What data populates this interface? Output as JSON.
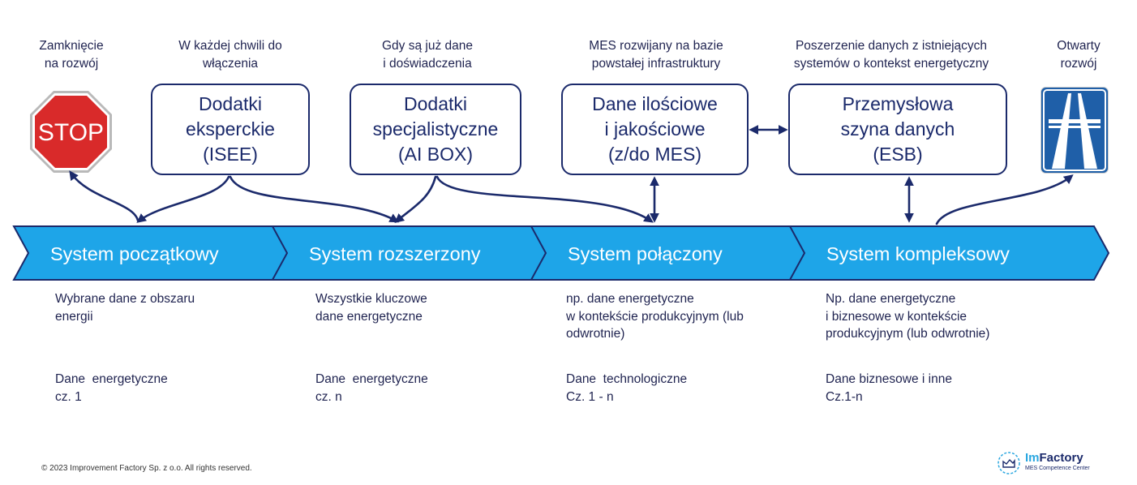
{
  "captions": {
    "stop": [
      "Zamknięcie",
      "na rozwój"
    ],
    "isee": [
      "W każdej chwili do",
      "włączenia"
    ],
    "aibox": [
      "Gdy są już dane",
      "i doświadczenia"
    ],
    "mes": [
      "MES rozwijany na bazie",
      "powstałej infrastruktury"
    ],
    "esb": [
      "Poszerzenie danych z istniejących",
      "systemów o kontekst energetyczny"
    ],
    "open": [
      "Otwarty",
      "rozwój"
    ]
  },
  "stop_sign_text": "STOP",
  "boxes": {
    "isee": [
      "Dodatki",
      "eksperckie",
      "(ISEE)"
    ],
    "aibox": [
      "Dodatki",
      "specjalistyczne",
      "(AI BOX)"
    ],
    "mes": [
      "Dane ilościowe",
      "i jakościowe",
      "(z/do MES)"
    ],
    "esb": [
      "Przemysłowa",
      "szyna danych",
      "(ESB)"
    ]
  },
  "stages": [
    {
      "label": "System początkowy",
      "desc": [
        "Wybrane dane z obszaru",
        "energii"
      ],
      "data": [
        "Dane  energetyczne",
        "cz. 1"
      ]
    },
    {
      "label": "System rozszerzony",
      "desc": [
        "Wszystkie kluczowe",
        "dane energetyczne"
      ],
      "data": [
        "Dane  energetyczne",
        "cz. n"
      ]
    },
    {
      "label": "System połączony",
      "desc": [
        "np. dane energetyczne",
        "w kontekście produkcyjnym (lub",
        "odwrotnie)"
      ],
      "data": [
        "Dane  technologiczne",
        "Cz. 1 - n"
      ]
    },
    {
      "label": "System kompleksowy",
      "desc": [
        "Np. dane energetyczne",
        "i biznesowe w kontekście",
        "produkcyjnym (lub odwrotnie)"
      ],
      "data": [
        "Dane biznesowe i inne",
        "Cz.1-n"
      ]
    }
  ],
  "footer": "© 2023 Improvement Factory Sp. z o.o. All rights reserved.",
  "logo": {
    "name_part1": "Im",
    "name_part2": "Factory",
    "subtitle": "MES Competence Center"
  },
  "colors": {
    "navy": "#1b2a6b",
    "chevron": "#1ea5e8",
    "stop_red": "#d92a2a",
    "motorway_blue": "#1f5fa8"
  },
  "icons": [
    "stop-sign-icon",
    "motorway-sign-icon",
    "imfactory-logo-icon"
  ]
}
